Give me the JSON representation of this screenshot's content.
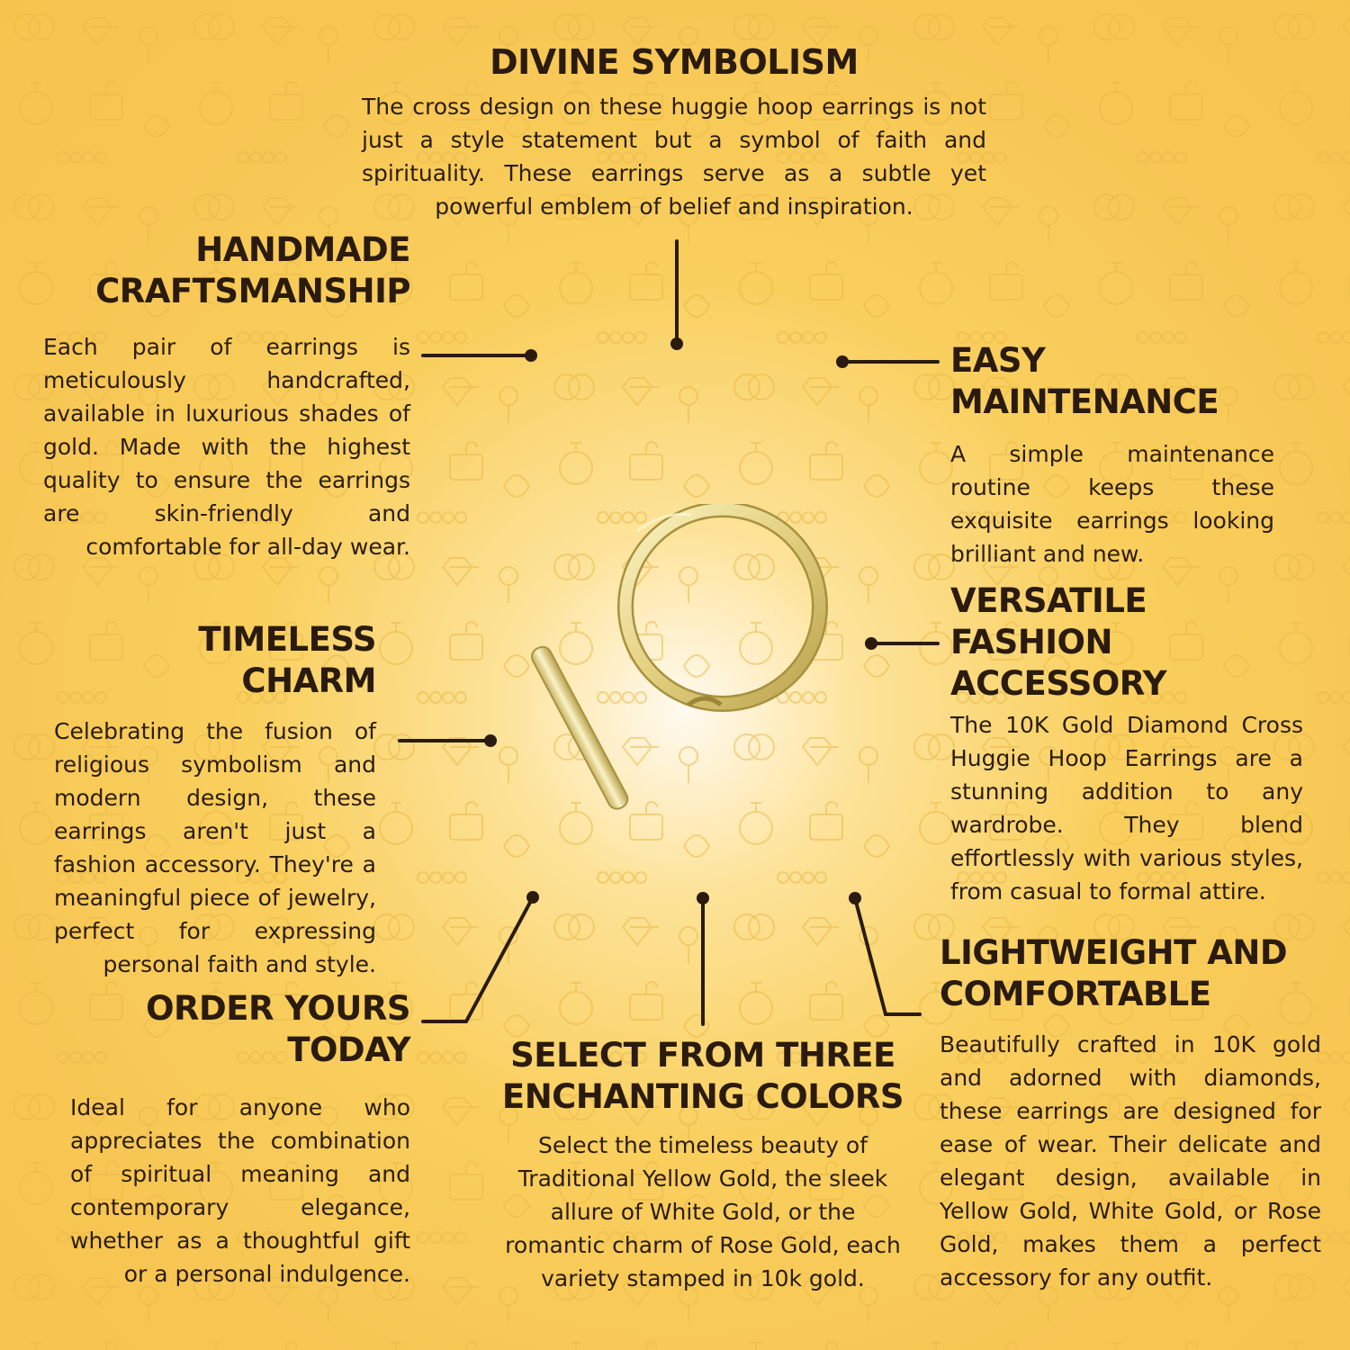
{
  "colors": {
    "background": "#f7c653",
    "glow": "#fffaf0",
    "text": "#2b1d10",
    "connector": "#2a1b0e",
    "gold": "#e4d58a"
  },
  "sections": {
    "divine": {
      "title": "DIVINE SYMBOLISM",
      "body": "The cross design on these huggie hoop earrings is not just a style statement but a symbol of faith and spirituality. These earrings serve as a subtle yet powerful emblem of belief and inspiration."
    },
    "handmade": {
      "title": "HANDMADE\nCRAFTSMANSHIP",
      "body": "Each pair of earrings is meticulously handcrafted, available in luxurious shades of gold. Made with the highest quality to ensure the earrings are skin-friendly and comfortable for all-day wear."
    },
    "maintenance": {
      "title": "EASY MAINTENANCE",
      "body": "A simple maintenance routine keeps these exquisite earrings looking brilliant and new."
    },
    "timeless": {
      "title": "TIMELESS CHARM",
      "body": "Celebrating the fusion of religious symbolism and modern design, these earrings aren't just a fashion accessory. They're a meaningful piece of jewelry, perfect for expressing personal faith and style."
    },
    "versatile": {
      "title": "VERSATILE FASHION\nACCESSORY",
      "body": "The 10K Gold Diamond Cross Huggie Hoop Earrings are a stunning addition to any wardrobe. They blend effortlessly with various styles, from casual to formal attire."
    },
    "order": {
      "title": "ORDER YOURS TODAY",
      "body": "Ideal for anyone who appreciates the combination of spiritual meaning and contemporary elegance, whether as a thoughtful gift or a personal indulgence."
    },
    "colors": {
      "title": "SELECT FROM THREE\nENCHANTING COLORS",
      "body": "Select the timeless beauty of Traditional Yellow Gold, the sleek allure of White Gold, or the romantic charm of Rose Gold, each variety stamped in 10k gold."
    },
    "lightweight": {
      "title": "LIGHTWEIGHT AND\nCOMFORTABLE",
      "body": "Beautifully crafted in 10K gold and adorned with diamonds, these earrings are designed for ease of wear. Their delicate and elegant design, available in Yellow Gold, White Gold, or Rose Gold, makes them a perfect accessory for any outfit."
    }
  },
  "icons": {
    "background_pattern": "jewelry-doodle-pattern",
    "product": "gold-hoop-earrings"
  }
}
